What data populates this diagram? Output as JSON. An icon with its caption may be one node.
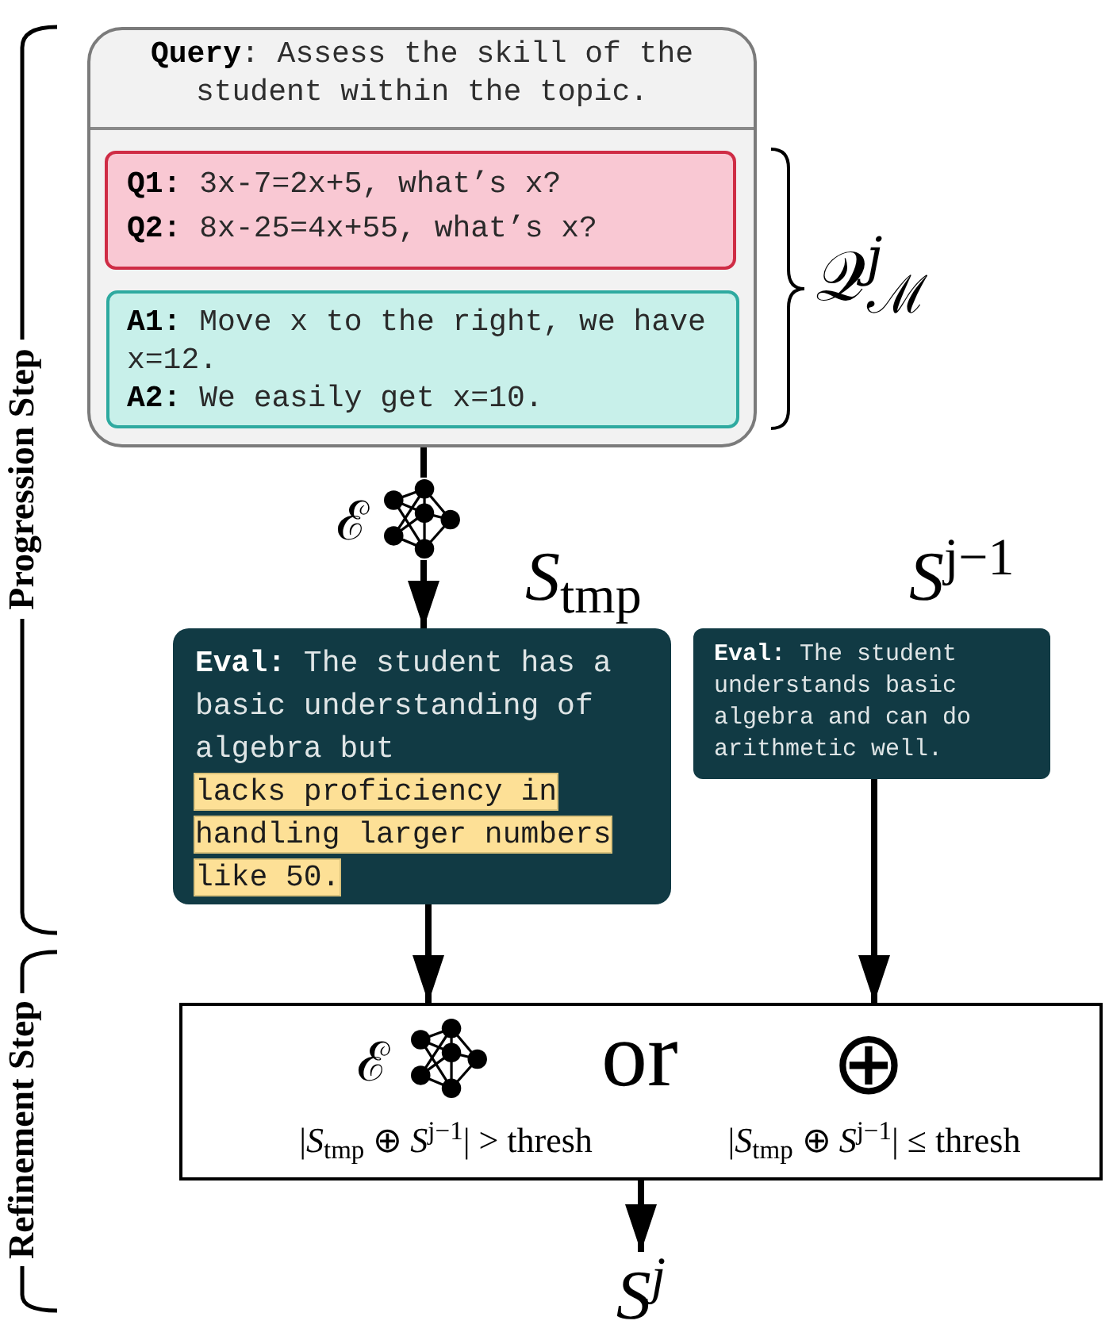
{
  "diagram": {
    "nodes": [
      {
        "text": [
          "**Query**: Assess the skill of the student within the topic."
        ]
      },
      {
        "text": [
          "**Q1:** 3x-7=2x+5, what’s x?",
          "**Q2:** 8x-25=4x+55, what’s x?"
        ],
        "in": 0
      },
      {
        "text": [
          "**A1:** Move x to the right, we have x=12.",
          "**A2:** We easily get x=10."
        ],
        "in": 0
      },
      {
        "text": [
          "ℰ"
        ]
      },
      {
        "text": [
          "**Eval:** The student has a basic understanding of algebra but",
          "lacks proficiency in handling larger numbers like 50."
        ],
        "beside": [
          "*S*$_{tmp}$"
        ]
      },
      {
        "text": [
          "**Eval:** The student understands basic algebra and can do arithmetic well."
        ],
        "beside": [
          "*S*$^{j−1}$"
        ]
      },
      {
        "text": [
          "ℰ",
          "or",
          "⊕",
          "|*S*$_{tmp}$ ⊕ *S*$^{j−1}$| > thresh",
          "|*S*$_{tmp}$ ⊕ *S*$^{j−1}$| ≤ thresh"
        ]
      },
      {
        "text": [
          "S$^{j}$"
        ]
      }
    ],
    "edges": [
      {
        "from": 0,
        "to": 3,
        "arrow": "none"
      },
      {
        "from": 3,
        "to": 4,
        "arrow": "to"
      },
      {
        "from": 4,
        "to": 6,
        "arrow": "to"
      },
      {
        "from": 5,
        "to": 6,
        "arrow": "to"
      },
      {
        "from": 6,
        "to": 7,
        "arrow": "to"
      }
    ],
    "labels": [
      "Progression Step",
      "𝒬$^{j}$$_{ℳ}$",
      "Refinement Step"
    ]
  }
}
